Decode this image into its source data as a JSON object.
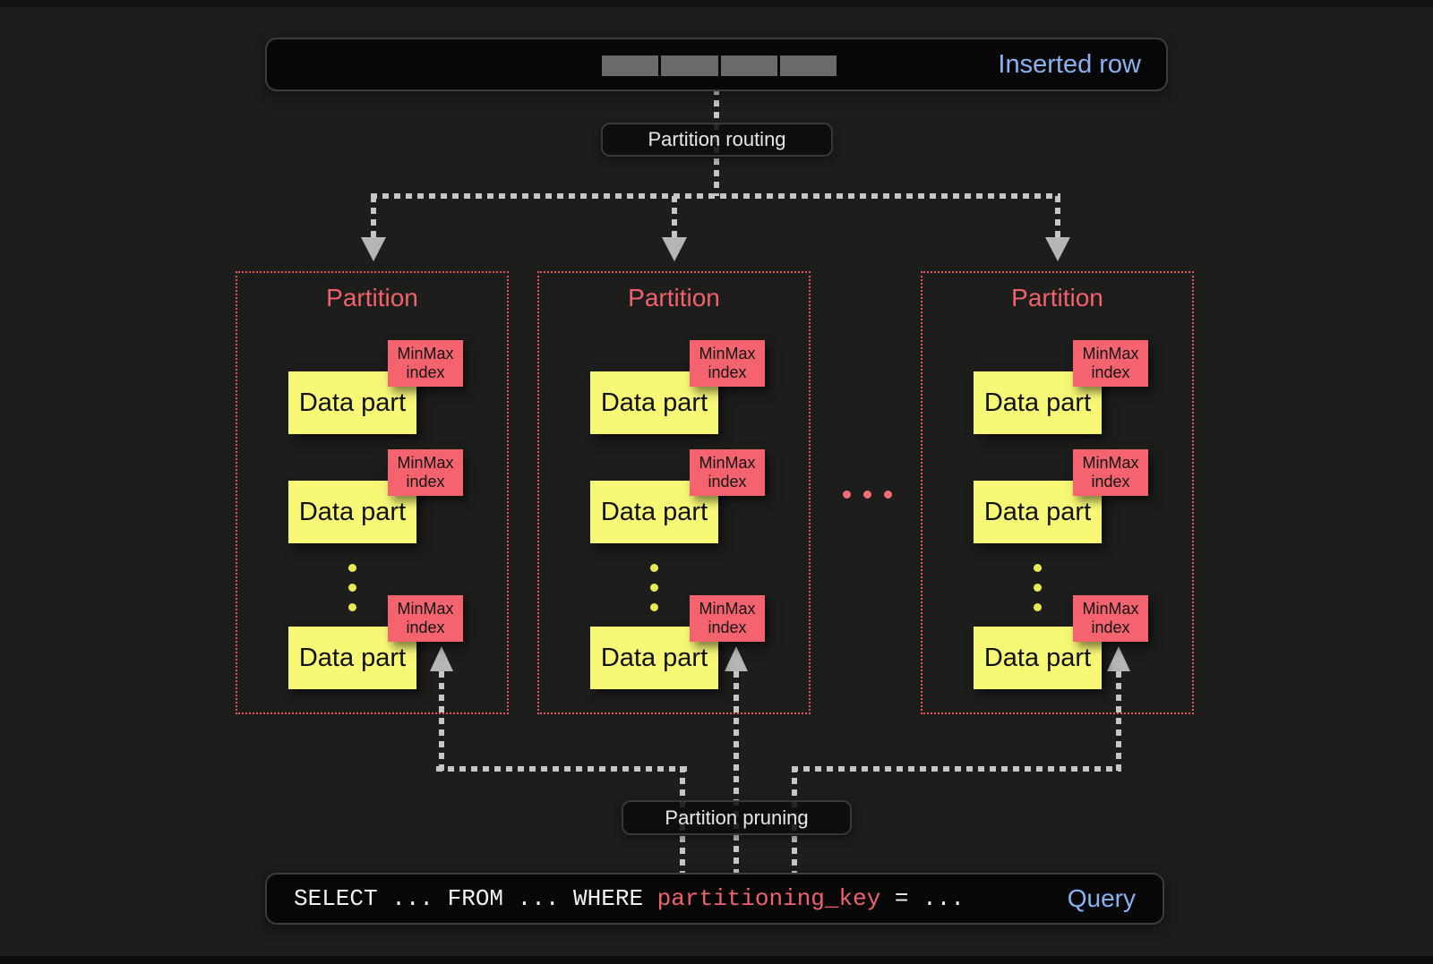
{
  "colors": {
    "background": "#1d1d1c",
    "panel-black": "#070708",
    "accent-blue": "#8ab2f2",
    "partition-red": "#f0626c",
    "border-red": "#e25760",
    "minmax-red": "#f5646e",
    "data-yellow": "#f8f877",
    "dot-yellow": "#e9e955",
    "line-gray": "#c6c6c6",
    "arrow-gray": "#b6b6b6",
    "segment-gray": "#6a6a6a"
  },
  "inserted_row": {
    "label": "Inserted row",
    "segment_count": 4
  },
  "flow_labels": {
    "routing": "Partition routing",
    "pruning": "Partition pruning"
  },
  "labels": {
    "data_part": "Data part",
    "minmax_line1": "MinMax",
    "minmax_line2": "index"
  },
  "partitions": [
    {
      "title": "Partition"
    },
    {
      "title": "Partition"
    },
    {
      "title": "Partition"
    }
  ],
  "query": {
    "code_before_key": "SELECT ... FROM ... WHERE ",
    "highlighted_key": "partitioning_key",
    "code_after_key": " = ...",
    "label": "Query"
  }
}
